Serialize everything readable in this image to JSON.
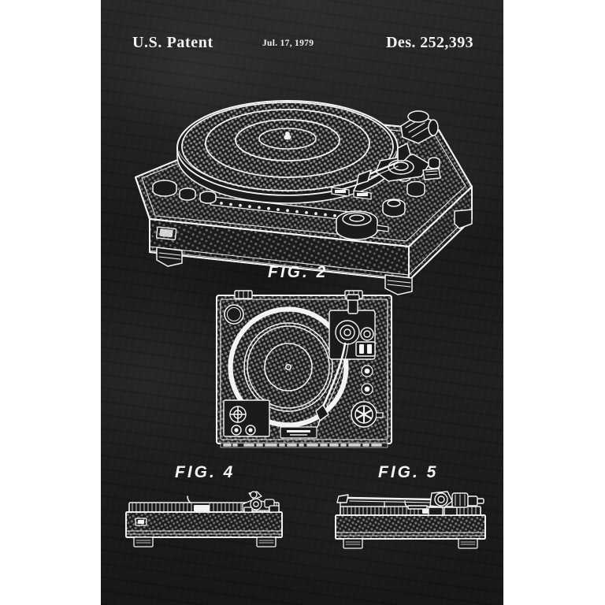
{
  "poster": {
    "background_color": "#1b1b1b",
    "ink_color": "#f4f4f4",
    "subject": "phonograph-turntable-record-player"
  },
  "header": {
    "office": "U.S. Patent",
    "date": "Jul. 17, 1979",
    "patent_number": "Des. 252,393"
  },
  "figures": [
    {
      "id": "fig1",
      "caption": "",
      "view": "perspective view of turntable",
      "parts": [
        "cabinet",
        "platter",
        "strobe dots",
        "tonearm",
        "cartridge headshell",
        "counterweight",
        "rotary controls",
        "speed selector",
        "feet"
      ]
    },
    {
      "id": "fig2",
      "caption": "FIG. 2",
      "view": "top plan view of turntable",
      "parts": [
        "dust cover hinges",
        "platter",
        "center spindle",
        "tonearm",
        "tonearm rest",
        "pitch controls",
        "power button",
        "speed buttons"
      ]
    },
    {
      "id": "fig4",
      "caption": "FIG. 4",
      "view": "front elevation view",
      "parts": [
        "cabinet front",
        "ventilation grille",
        "power switch",
        "tonearm assembly",
        "feet"
      ]
    },
    {
      "id": "fig5",
      "caption": "FIG. 5",
      "view": "side elevation view",
      "parts": [
        "cabinet side",
        "tonearm profile",
        "counterweight",
        "headshell",
        "feet"
      ]
    }
  ],
  "captions": {
    "fig2": "FIG. 2",
    "fig4": "FIG. 4",
    "fig5": "FIG. 5"
  }
}
